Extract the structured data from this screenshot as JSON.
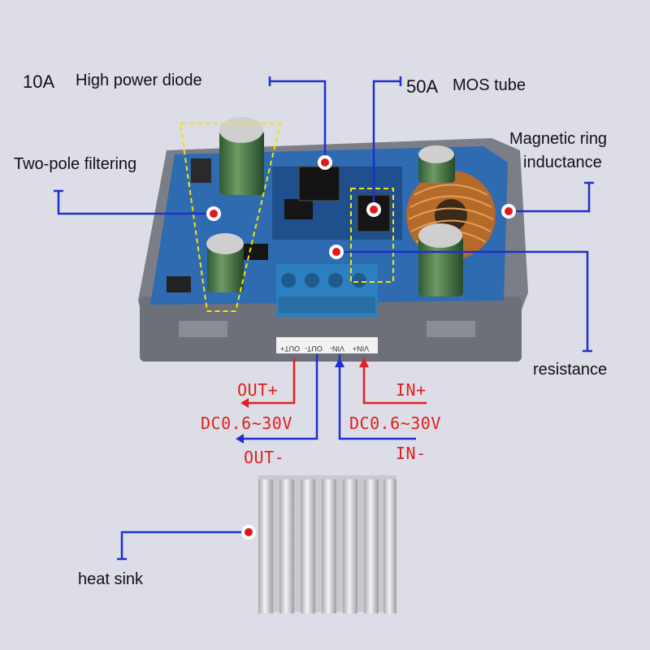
{
  "labels": {
    "diode": "High power diode",
    "diode_rating": "10A",
    "mos": "MOS tube",
    "mos_rating": "50A",
    "filter": "Two-pole filtering",
    "inductor_line1": "Magnetic ring",
    "inductor_line2": "inductance",
    "resistance": "resistance",
    "heat_sink": "heat sink"
  },
  "terminals": {
    "out_plus": "OUT+",
    "out_minus": "OUT-",
    "in_plus": "IN+",
    "in_minus": "IN-",
    "out_range": "DC0.6~30V",
    "in_range": "DC0.6~30V"
  },
  "silk": [
    "OUT+",
    "OUT-",
    "VIN-",
    "VIN+"
  ],
  "colors": {
    "background": "#dcdde6",
    "leader_line": "#1f2fd0",
    "marker_dot": "#e01a1a",
    "terminal_text": "#e0211d",
    "highlight_box": "#f2e600",
    "pcb": "#2f6bb0",
    "enclosure": "#7c7f88",
    "terminal_block": "#2c7fc0"
  }
}
